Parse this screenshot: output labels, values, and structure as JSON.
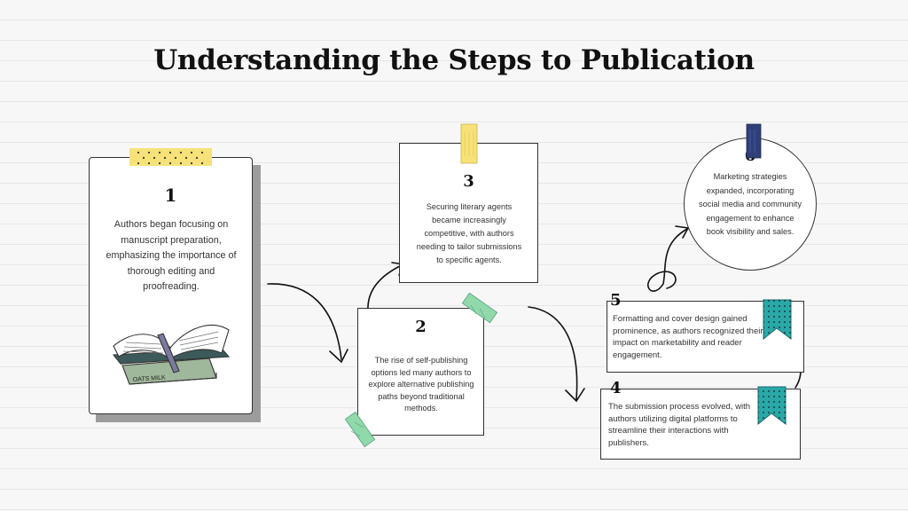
{
  "title": "Understanding the Steps to Publication",
  "steps": [
    {
      "number": "1",
      "text": "Authors began focusing on manuscript preparation, emphasizing the importance of thorough editing and proofreading."
    },
    {
      "number": "2",
      "text": "The rise of self-publishing options led many authors to explore alternative publishing paths beyond traditional methods."
    },
    {
      "number": "3",
      "text": "Securing literary agents became increasingly competitive, with authors needing to tailor submissions to specific agents."
    },
    {
      "number": "4",
      "text": "The submission process evolved, with authors utilizing digital platforms to streamline their interactions with publishers."
    },
    {
      "number": "5",
      "text": "Formatting and cover design gained prominence, as authors recognized their impact on marketability and reader engagement."
    },
    {
      "number": "6",
      "text": "Marketing strategies expanded, incorporating social media and community engagement to enhance book visibility and sales."
    }
  ],
  "book_illustration": {
    "spine_text": "OATS MILK"
  },
  "colors": {
    "tape_yellow": "#f7e27a",
    "tape_green": "#8fd9ab",
    "ribbon_teal": "#2aa8a8",
    "ribbon_navy": "#2f3f7a"
  }
}
